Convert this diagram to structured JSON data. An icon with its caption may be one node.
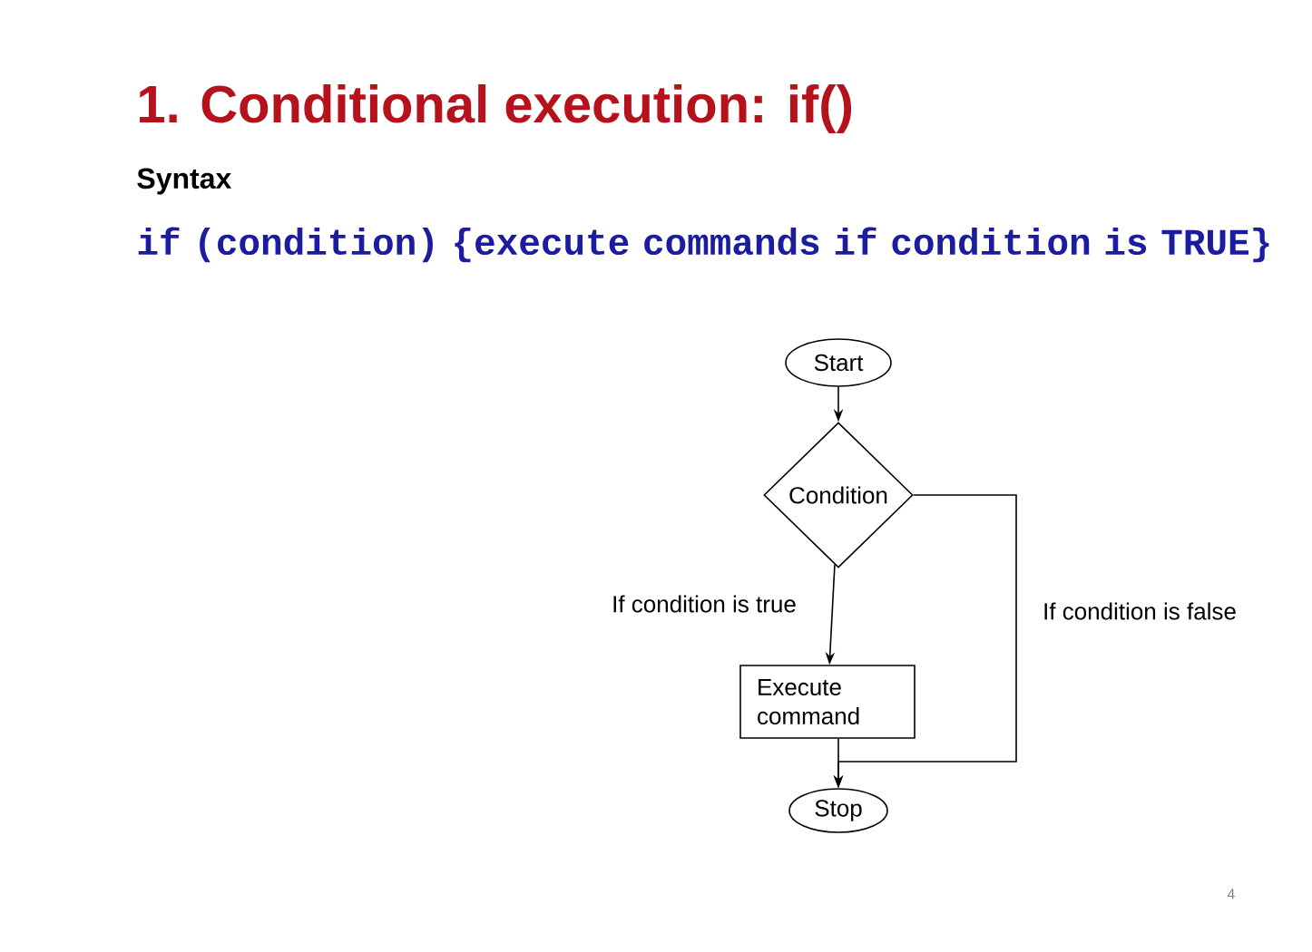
{
  "diagram": {
    "title": "1. Conditional execution: if()",
    "nodes": [
      {
        "text": [
          "Start"
        ]
      },
      {
        "text": [
          "Condition"
        ]
      },
      {
        "text": [
          "Execute command"
        ]
      },
      {
        "text": [
          "Stop"
        ]
      }
    ],
    "edges": [
      {
        "from": 0,
        "to": 1,
        "arrow": "to"
      },
      {
        "from": 1,
        "to": 2,
        "arrow": "to",
        "label": "If condition is true"
      },
      {
        "from": 2,
        "to": 3,
        "arrow": "to"
      },
      {
        "from": 1,
        "to": 3,
        "arrow": "to",
        "label": "If condition is false"
      }
    ],
    "labels": [
      "Syntax",
      "if (condition) {execute commands if condition is TRUE}",
      "4"
    ]
  }
}
